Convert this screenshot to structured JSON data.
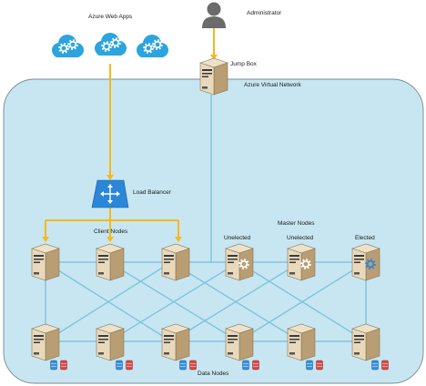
{
  "labels": {
    "web_apps": "Azure Web Apps",
    "administrator": "Administrator",
    "jump_box": "Jump Box",
    "vnet": "Azure Virtual Network",
    "load_balancer": "Load Balancer",
    "client_nodes": "Client Nodes",
    "master_nodes": "Master Nodes",
    "unelected_1": "Unelected",
    "unelected_2": "Unelected",
    "elected": "Elected",
    "data_nodes": "Data Nodes"
  },
  "colors": {
    "vnet_fill": "#c7e6f1",
    "vnet_border": "#7a8a90",
    "mesh_line": "#7cc4dc",
    "traffic_line": "#f6b81c",
    "cloud": "#2ba4e0",
    "server_body": "#cdb590",
    "server_front": "#efe4cd",
    "load_balancer": "#2a86d8",
    "master_gear_unelected": "#ffffff",
    "master_gear_elected": "#2a86d8",
    "disk_blue": "#3a8ed8",
    "disk_red": "#d84848",
    "admin": "#6b6b6b"
  },
  "icons": {
    "cloud": "cloud-gear-icon",
    "admin": "person-icon",
    "server": "server-icon",
    "load_balancer": "load-balancer-icon",
    "disk": "disk-icon"
  }
}
